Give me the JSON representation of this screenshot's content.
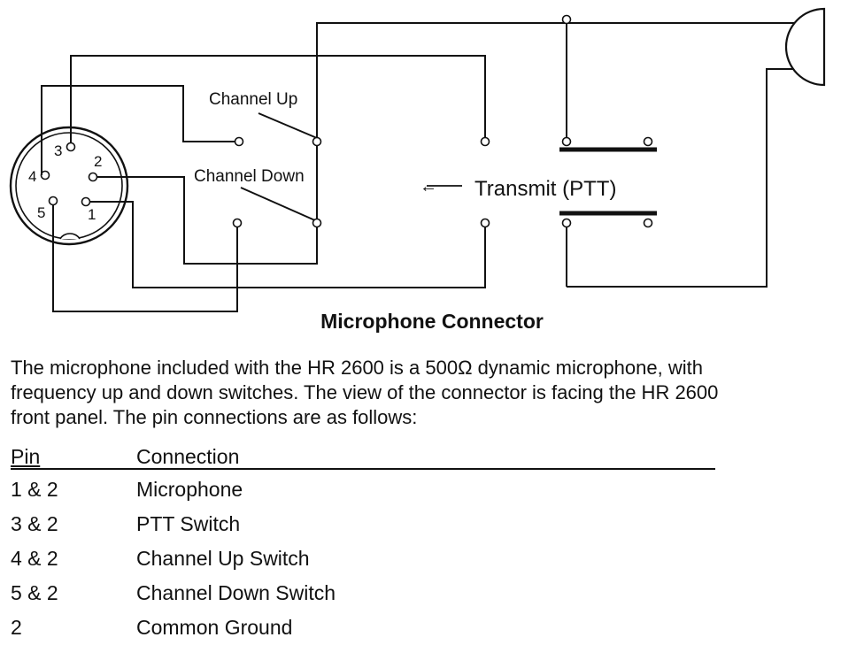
{
  "diagram": {
    "label_channel_up": "Channel Up",
    "label_channel_down": "Channel Down",
    "label_transmit": "Transmit (PTT)",
    "arrow_symbol": "←",
    "pins": [
      "1",
      "2",
      "3",
      "4",
      "5"
    ]
  },
  "caption": "Microphone Connector",
  "paragraph": {
    "line1": "The microphone included with the HR 2600 is a 500Ω dynamic microphone, with",
    "line2": "frequency up and down switches. The view of the connector is facing the HR 2600",
    "line3": "front panel.  The pin connections are as follows:"
  },
  "table": {
    "header": {
      "pin": "Pin",
      "connection": "Connection"
    },
    "rows": [
      {
        "pin": "1 & 2",
        "connection": "Microphone"
      },
      {
        "pin": "3 & 2",
        "connection": "PTT Switch"
      },
      {
        "pin": "4 & 2",
        "connection": "Channel Up Switch"
      },
      {
        "pin": "5 & 2",
        "connection": "Channel Down Switch"
      },
      {
        "pin": "2",
        "connection": "Common Ground"
      }
    ]
  }
}
